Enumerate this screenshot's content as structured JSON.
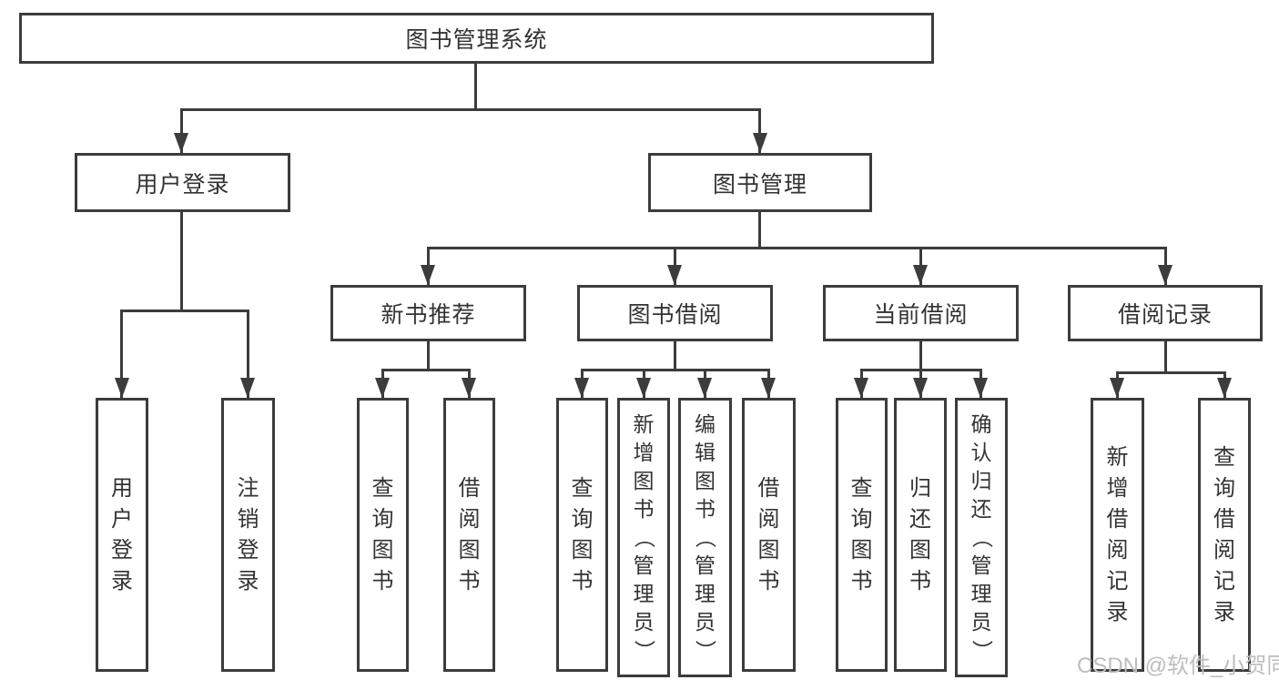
{
  "nodes": {
    "root": "图书管理系统",
    "user_login": "用户登录",
    "book_management": "图书管理",
    "new_book_recommend": "新书推荐",
    "book_borrow": "图书借阅",
    "current_borrow": "当前借阅",
    "borrow_record": "借阅记录",
    "leaf_user_login": "用户登录",
    "leaf_logout": "注销登录",
    "leaf_recommend_query": "查询图书",
    "leaf_recommend_borrow": "借阅图书",
    "leaf_borrow_query": "查询图书",
    "leaf_borrow_add": "新增图书（管理员）",
    "leaf_borrow_edit": "编辑图书（管理员）",
    "leaf_borrow_borrow": "借阅图书",
    "leaf_current_query": "查询图书",
    "leaf_current_return": "归还图书",
    "leaf_current_confirm": "确认归还（管理员）",
    "leaf_record_add": "新增借阅记录",
    "leaf_record_query": "查询借阅记录"
  },
  "watermark": "CSDN @软件_小贺同学",
  "colors": {
    "line": "#3c3c3c",
    "text": "#333333",
    "watermark": "#bdbdbd",
    "background": "#ffffff"
  }
}
